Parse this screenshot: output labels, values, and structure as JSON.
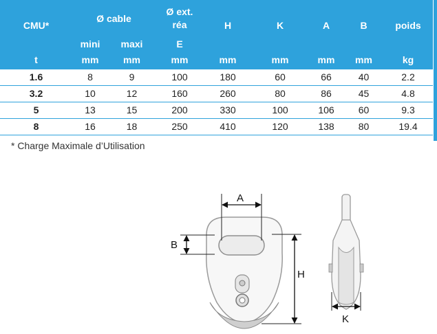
{
  "table": {
    "headers": {
      "cmu": "CMU*",
      "cmu_unit": "t",
      "cable": "Ø cable",
      "mini": "mini",
      "mini_unit": "mm",
      "maxi": "maxi",
      "maxi_unit": "mm",
      "ext_line1": "Ø ext.",
      "ext_line2": "réa",
      "ext_line3": "E",
      "ext_unit": "mm",
      "h": "H",
      "h_unit": "mm",
      "k": "K",
      "k_unit": "mm",
      "a": "A",
      "a_unit": "mm",
      "b": "B",
      "b_unit": "mm",
      "poids": "poids",
      "poids_unit": "kg"
    },
    "rows": [
      [
        "1.6",
        "8",
        "9",
        "100",
        "180",
        "60",
        "66",
        "40",
        "2.2"
      ],
      [
        "3.2",
        "10",
        "12",
        "160",
        "260",
        "80",
        "86",
        "45",
        "4.8"
      ],
      [
        "5",
        "13",
        "15",
        "200",
        "330",
        "100",
        "106",
        "60",
        "9.3"
      ],
      [
        "8",
        "16",
        "18",
        "250",
        "410",
        "120",
        "138",
        "80",
        "19.4"
      ]
    ]
  },
  "footnote": "* Charge Maximale d’Utilisation",
  "diagram": {
    "label_a": "A",
    "label_b": "B",
    "label_h": "H",
    "label_k": "K"
  },
  "colors": {
    "header_bg": "#2ea2dc",
    "header_text": "#ffffff"
  }
}
